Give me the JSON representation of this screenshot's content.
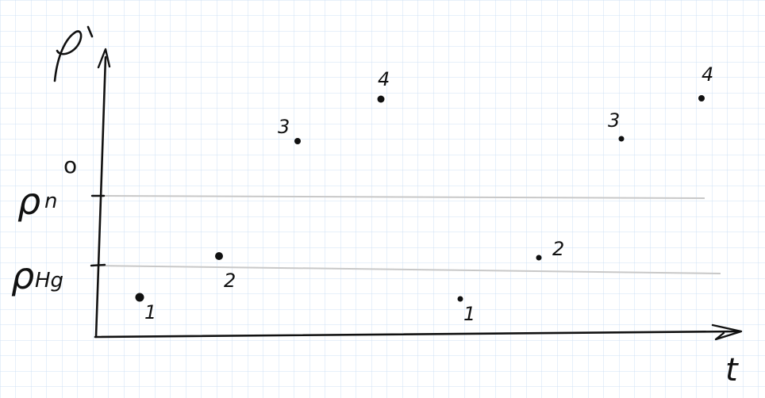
{
  "axes": {
    "y_label": "ρ'",
    "x_label": "t"
  },
  "reference_lines": [
    {
      "label_base": "ρ",
      "label_sub": "n",
      "label_sup": "o"
    },
    {
      "label_base": "ρ",
      "label_sub": "Hg",
      "label_sup": ""
    }
  ],
  "points": [
    {
      "label": "1"
    },
    {
      "label": "2"
    },
    {
      "label": "3"
    },
    {
      "label": "4"
    },
    {
      "label": "1"
    },
    {
      "label": "2"
    },
    {
      "label": "3"
    },
    {
      "label": "4"
    }
  ],
  "colors": {
    "grid": "#cfe0f4",
    "ink": "#111111",
    "reference_line": "#c8c8c8"
  }
}
